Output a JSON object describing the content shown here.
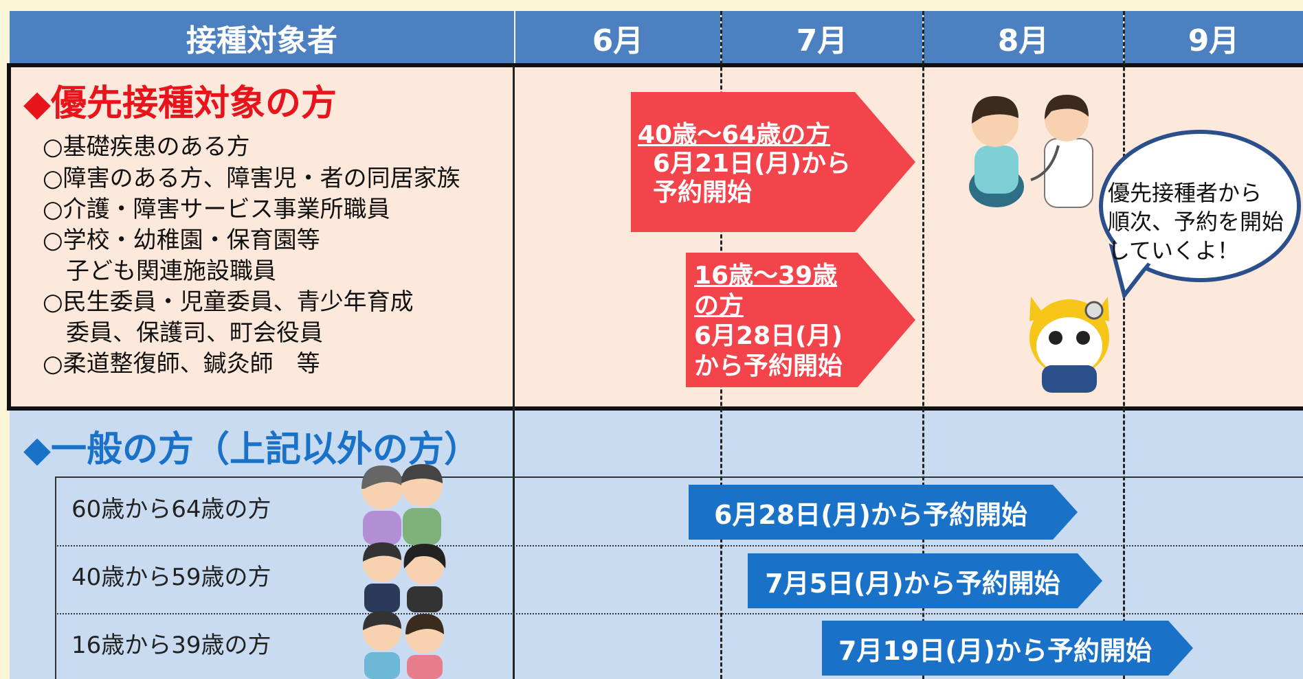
{
  "header": {
    "target": "接種対象者",
    "months": [
      "6月",
      "7月",
      "8月",
      "9月"
    ]
  },
  "priority": {
    "title": "◆優先接種対象の方",
    "items": [
      "○基礎疾患のある方",
      "○障害のある方、障害児・者の同居家族",
      "○介護・障害サービス事業所職員",
      "○学校・幼稚園・保育園等",
      "　子ども関連施設職員",
      "○民生委員・児童委員、青少年育成",
      "　委員、保護司、町会役員",
      "○柔道整復師、鍼灸師　等"
    ],
    "arrow1": {
      "line1": "40歳～64歳の方",
      "line2": "6月21日(月)から",
      "line3": "予約開始"
    },
    "arrow2": {
      "line1": "16歳～39歳",
      "line2": "の方",
      "line3": "6月28日(月)",
      "line4": "から予約開始"
    },
    "bubble": {
      "line1": "優先接種者から",
      "line2": "順次、予約を開始",
      "line3": "していくよ！"
    }
  },
  "general": {
    "title": "◆一般の方（上記以外の方）",
    "rows": [
      {
        "label": "60歳から64歳の方",
        "bar": "6月28日(月)から予約開始"
      },
      {
        "label": "40歳から59歳の方",
        "bar": "7月5日(月)から予約開始"
      },
      {
        "label": "16歳から39歳の方",
        "bar": "7月19日(月)から予約開始"
      }
    ]
  },
  "colors": {
    "header_blue": "#4d80c0",
    "priority_bg": "#fde9dc",
    "general_bg": "#c9dbf1",
    "red": "#f2444a",
    "bar_blue": "#1a72c8",
    "title_red": "#e8141c",
    "title_blue": "#1a72c8"
  }
}
